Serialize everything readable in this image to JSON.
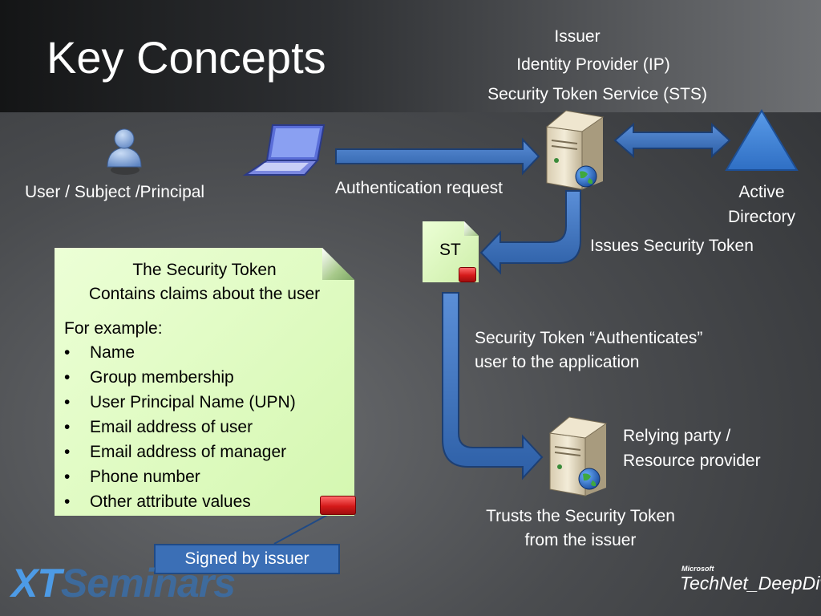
{
  "slide": {
    "title": "Key Concepts",
    "issuer_lines": [
      "Issuer",
      "Identity Provider (IP)",
      "Security Token Service (STS)"
    ],
    "user_label": "User / Subject /Principal",
    "auth_request_label": "Authentication request",
    "active_directory_label": [
      "Active",
      "Directory"
    ],
    "issues_token_label": "Issues Security Token",
    "st_label": "ST",
    "authenticates_lines": [
      "Security Token “Authenticates”",
      "user to the application"
    ],
    "relying_party_lines": [
      "Relying party /",
      "Resource provider"
    ],
    "trusts_lines": [
      "Trusts the Security Token",
      "from the issuer"
    ],
    "signed_label": "Signed by issuer"
  },
  "note": {
    "heading_lines": [
      "The Security Token",
      "Contains claims about the  user"
    ],
    "example_label": "For example:",
    "bullet_glyph": "•",
    "items": [
      "Name",
      "Group membership",
      "User Principal Name (UPN)",
      "Email address of user",
      "Email address of manager",
      "Phone number",
      "Other attribute values"
    ]
  },
  "branding": {
    "left_part1": "XT",
    "left_part2": "Seminars",
    "microsoft": "Microsoft",
    "technet": "TechNet_DeepDive"
  },
  "icons": {
    "user": "user-icon",
    "laptop": "laptop-icon",
    "server": "server-icon",
    "globe": "globe-icon",
    "directory": "triangle-icon"
  },
  "colors": {
    "arrow_fill": "#3b72c0",
    "arrow_outline": "#1d3f73",
    "note_fill": "#dffac4",
    "seal_red": "#d51a1a"
  }
}
